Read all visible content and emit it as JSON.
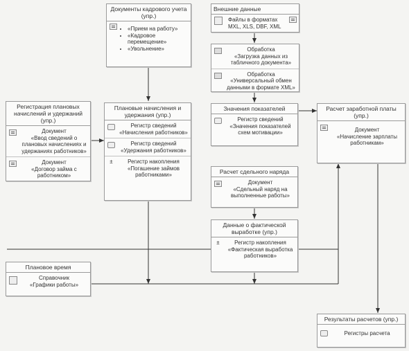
{
  "boxes": {
    "hr_docs": {
      "title": "Документы кадрового учета (упр.)",
      "items": [
        "«Прием на работу»",
        "«Кадровое перемещение»",
        "«Увольнение»"
      ]
    },
    "external": {
      "title": "Внешние данные",
      "line1": "Файлы в форматах",
      "line2": "MXL, XLS, DBF, XML"
    },
    "processing": {
      "title": "Обработка",
      "item1": "«Загрузка данных из табличного документа»",
      "title2": "Обработка",
      "item2": "«Универсальный обмен данными в формате XML»"
    },
    "planned_reg": {
      "title": "Регистрация плановых начислений и удержаний (упр.)",
      "doc1_type": "Документ",
      "doc1_name": "«Ввод сведений о плановых начислениях и удержаниях работников»",
      "doc2_type": "Документ",
      "doc2_name": "«Договор займа с работником»"
    },
    "planned_accr": {
      "title": "Плановые начисления и удержания (упр.)",
      "r1_type": "Регистр сведений",
      "r1_name": "«Начисления работников»",
      "r2_type": "Регистр сведений",
      "r2_name": "«Удержания работников»",
      "r3_type": "Регистр накопления",
      "r3_name": "«Погашение займов работниками»"
    },
    "indicators": {
      "title": "Значения показателей",
      "type": "Регистр сведений",
      "name": "«Значения показателей схем мотивации»"
    },
    "payroll": {
      "title": "Расчет заработной платы (упр.)",
      "type": "Документ",
      "name": "«Начисление зарплаты работникам»"
    },
    "piecework": {
      "title": "Расчет сдельного наряда",
      "type": "Документ",
      "name": "«Сдельный наряд на выполненные работы»"
    },
    "actual": {
      "title": "Данные о фактической выработке (упр.)",
      "type": "Регистр накопления",
      "name": "«Фактическая выработка работников»"
    },
    "plan_time": {
      "title": "Плановое время",
      "type": "Справочник",
      "name": "«Графики работы»"
    },
    "results": {
      "title": "Результаты расчетов (упр.)",
      "name": "Регистры расчета"
    }
  }
}
